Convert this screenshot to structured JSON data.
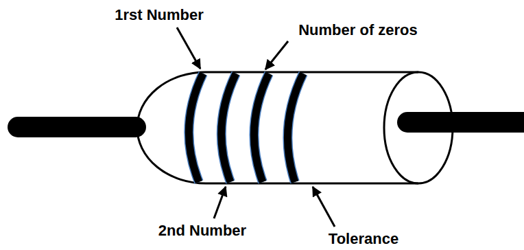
{
  "diagram": {
    "labels": [
      "1rst Number",
      "Number of zeros",
      "2nd Number",
      "Tolerance"
    ]
  }
}
